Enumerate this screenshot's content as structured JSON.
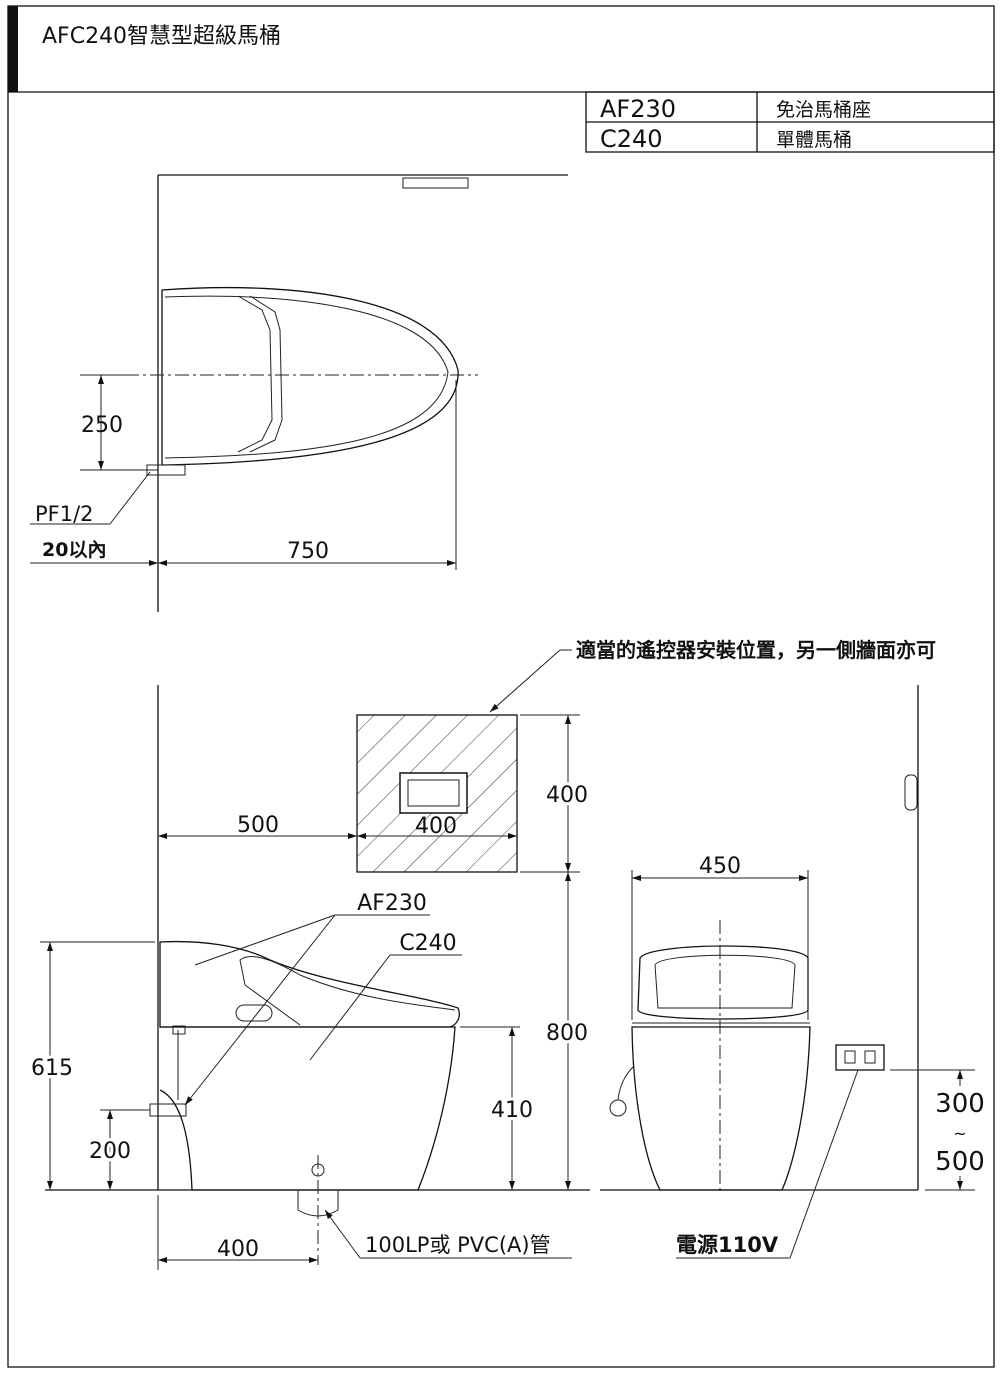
{
  "title": "AFC240智慧型超級馬桶",
  "parts_table": [
    {
      "model": "AF230",
      "description": "免治馬桶座"
    },
    {
      "model": "C240",
      "description": "單體馬桶"
    }
  ],
  "top_view": {
    "dim_centerline": "250",
    "pipe_label": "PF1/2",
    "wall_offset": "20以內",
    "dim_length": "750"
  },
  "front_view": {
    "remote_note": "適當的遙控器安裝位置，另一側牆面亦可",
    "dim_remote_offset": "500",
    "dim_remote_width": "400",
    "dim_remote_height": "400",
    "dim_remote_mount": "800",
    "label_seat": "AF230",
    "label_bowl": "C240",
    "dim_total_height": "615",
    "dim_bowl_height": "410",
    "dim_supply_height": "200",
    "dim_drain_offset": "400",
    "drain_label": "100LP或 PVC(A)管",
    "dim_width": "450",
    "dim_outlet_low": "300",
    "dim_outlet_tilde": "~",
    "dim_outlet_high": "500",
    "power_label": "電源110V"
  }
}
